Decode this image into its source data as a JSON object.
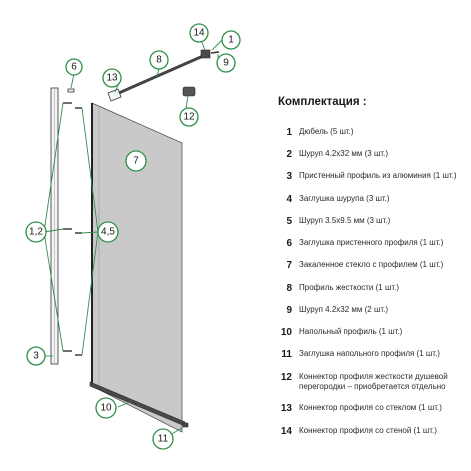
{
  "callouts": {
    "c1": "1",
    "c3": "3",
    "c6": "6",
    "c7": "7",
    "c8": "8",
    "c9": "9",
    "c10": "10",
    "c11": "11",
    "c12": "12",
    "c13": "13",
    "c14": "14",
    "c12combo": "1,2",
    "c45combo": "4,5"
  },
  "kit": {
    "title": "Комплектация :",
    "items": [
      {
        "num": "1",
        "text": "Дюбель (5 шт.)"
      },
      {
        "num": "2",
        "text": "Шуруп 4.2х32 мм (3 шт.)"
      },
      {
        "num": "3",
        "text": "Пристенный профиль из алюминия (1 шт.)"
      },
      {
        "num": "4",
        "text": "Заглушка шурупа (3 шт.)"
      },
      {
        "num": "5",
        "text": "Шуруп 3.5х9.5 мм (3 шт.)"
      },
      {
        "num": "6",
        "text": "Заглушка пристенного профиля (1 шт.)"
      },
      {
        "num": "7",
        "text": "Закаленное стекло с профилем (1 шт.)"
      },
      {
        "num": "8",
        "text": "Профиль жесткости (1 шт.)"
      },
      {
        "num": "9",
        "text": "Шуруп 4.2х32 мм (2 шт.)"
      },
      {
        "num": "10",
        "text": "Напольный профиль (1 шт.)"
      },
      {
        "num": "11",
        "text": "Заглушка напольного профиля (1 шт.)"
      },
      {
        "num": "12",
        "text": "Коннектор профиля жесткости душевой",
        "text2": "перегородки – приобретается отдельно"
      },
      {
        "num": "13",
        "text": "Коннектор профиля со стеклом (1 шт.)"
      },
      {
        "num": "14",
        "text": "Коннектор профиля со стеной (1 шт.)"
      }
    ]
  }
}
